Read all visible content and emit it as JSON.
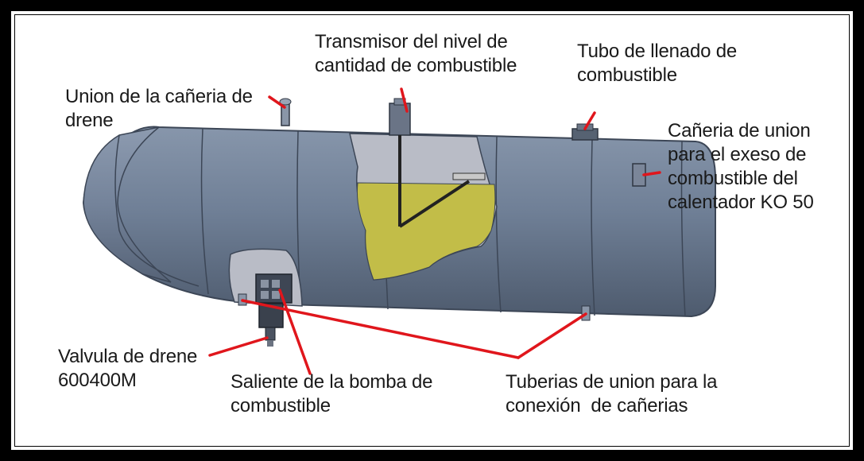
{
  "labels": {
    "drain_pipe_union": "Union de la cañeria de\ndrene",
    "level_transmitter": "Transmisor del nivel de\ncantidad de combustible",
    "filler_tube": "Tubo de llenado de\ncombustible",
    "overflow_pipe": "Cañeria de union\npara el exeso de\ncombustible del\ncalentador KO 50",
    "drain_valve": "Valvula de drene\n600400M",
    "pump_boss": "Saliente de la bomba de\ncombustible",
    "connection_pipes": "Tuberias de union para la\nconexión  de cañerias"
  },
  "colors": {
    "tank_body": "#6f7f96",
    "tank_shadow": "#4e5b6e",
    "cutaway": "#b9bcc6",
    "fuel": "#c2bd48",
    "leader_line": "#e0161c",
    "frame": "#000000"
  }
}
